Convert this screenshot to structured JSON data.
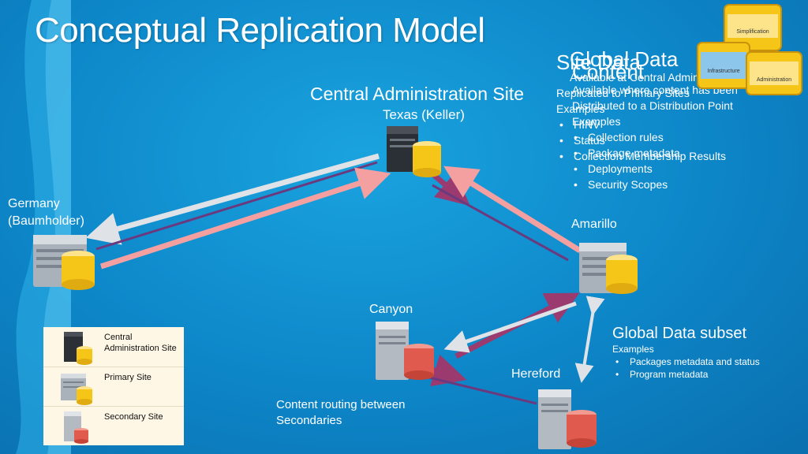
{
  "title": "Conceptual Replication Model",
  "cas": {
    "label": "Central Administration Site",
    "location": "Texas (Keller)"
  },
  "germany": {
    "line1": "Germany",
    "line2": "(Baumholder)"
  },
  "amarillo": {
    "label": "Amarillo"
  },
  "canyon": {
    "label": "Canyon"
  },
  "hereford": {
    "label": "Hereford"
  },
  "overlay_back": {
    "heading": "Global Data",
    "line1": "Available at Central Administration",
    "line2": "Replicated to Primary Sites",
    "examples": "Examples",
    "items": [
      "HINV",
      "Status",
      "Collection Membership Results"
    ]
  },
  "overlay_front": {
    "heading": "Site Data",
    "heading2": "Content",
    "line1": "Available where content has been",
    "line2": "Distributed to a Distribution Point",
    "examples": "Examples",
    "items": [
      "Collection rules",
      "Package metadata",
      "Deployments",
      "Security Scopes"
    ]
  },
  "gds": {
    "title": "Global Data subset",
    "examples": "Examples",
    "items": [
      "Packages metadata and status",
      "Program metadata"
    ]
  },
  "routing": {
    "text": "Content routing between Secondaries"
  },
  "legend": {
    "cas": "Central Administration Site",
    "primary": "Primary Site",
    "secondary": "Secondary Site"
  },
  "blocks": {
    "top": "Simplification",
    "left": "Infrastructure",
    "right": "Administration"
  },
  "colors": {
    "background": "#0d86c8",
    "pink_arrow": "#f5a0a0",
    "gray_arrow": "#d8dde2",
    "purple_arrow": "#9b3a6e",
    "db_yellow": "#f5c518",
    "db_red": "#e05a4e"
  }
}
